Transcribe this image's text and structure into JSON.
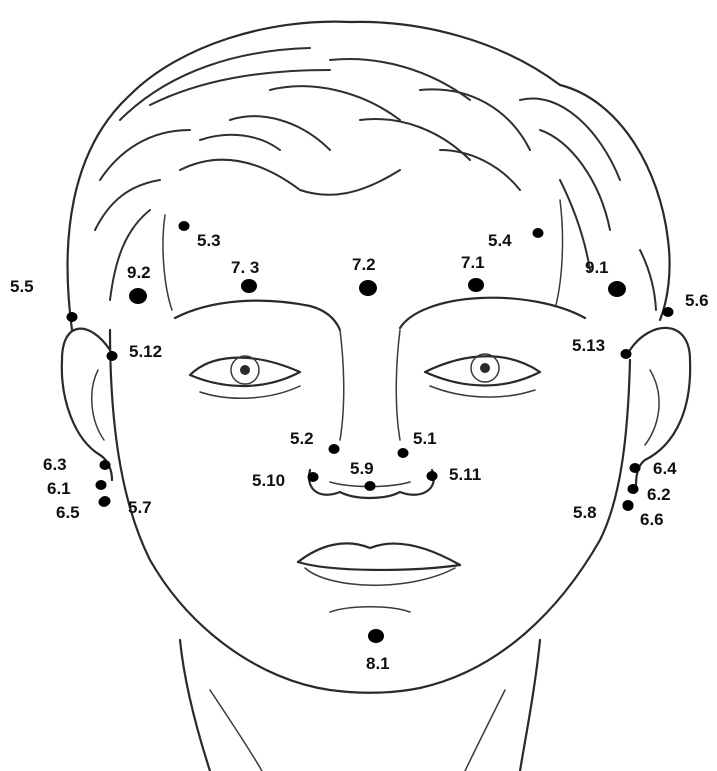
{
  "diagram": {
    "points": [
      {
        "id": "5.1",
        "label": "5.1"
      },
      {
        "id": "5.2",
        "label": "5.2"
      },
      {
        "id": "5.3",
        "label": "5.3"
      },
      {
        "id": "5.4",
        "label": "5.4"
      },
      {
        "id": "5.5",
        "label": "5.5"
      },
      {
        "id": "5.6",
        "label": "5.6"
      },
      {
        "id": "5.7",
        "label": "5.7"
      },
      {
        "id": "5.8",
        "label": "5.8"
      },
      {
        "id": "5.9",
        "label": "5.9"
      },
      {
        "id": "5.10",
        "label": "5.10"
      },
      {
        "id": "5.11",
        "label": "5.11"
      },
      {
        "id": "5.12",
        "label": "5.12"
      },
      {
        "id": "5.13",
        "label": "5.13"
      },
      {
        "id": "6.1",
        "label": "6.1"
      },
      {
        "id": "6.2",
        "label": "6.2"
      },
      {
        "id": "6.3",
        "label": "6.3"
      },
      {
        "id": "6.4",
        "label": "6.4"
      },
      {
        "id": "6.5",
        "label": "6.5"
      },
      {
        "id": "6.6",
        "label": "6.6"
      },
      {
        "id": "7.1",
        "label": "7.1"
      },
      {
        "id": "7.2",
        "label": "7.2"
      },
      {
        "id": "7.3",
        "label": "7. 3"
      },
      {
        "id": "8.1",
        "label": "8.1"
      },
      {
        "id": "9.1",
        "label": "9.1"
      },
      {
        "id": "9.2",
        "label": "9.2"
      }
    ],
    "colors": {
      "ink": "#2a2a2a",
      "marker": "#000000",
      "background": "#ffffff"
    }
  }
}
